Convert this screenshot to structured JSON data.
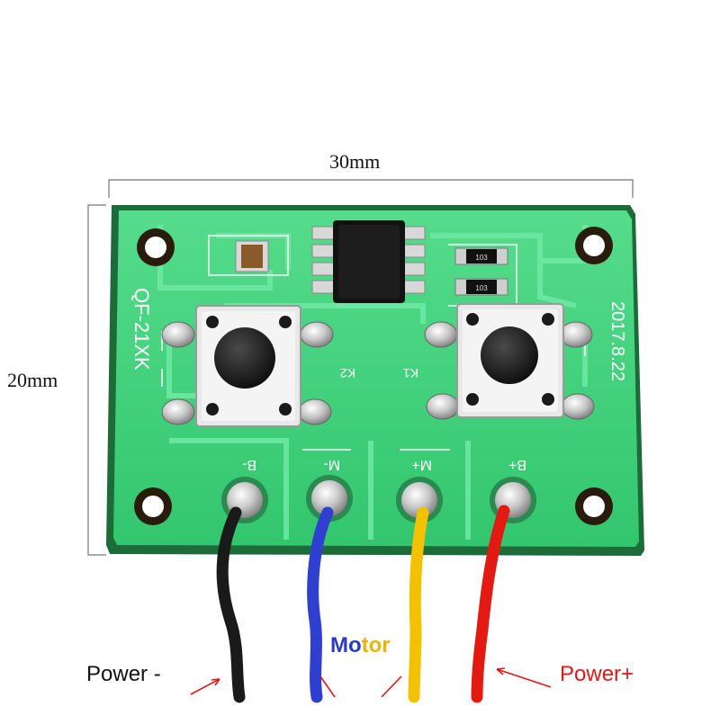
{
  "dimensions": {
    "width_label": "30mm",
    "height_label": "20mm"
  },
  "board": {
    "model_text": "QF-21XK",
    "date_text": "2017.8.22",
    "button_labels": [
      "K2",
      "K1"
    ],
    "resistor_codes": [
      "103",
      "103"
    ],
    "pad_labels": [
      "B-",
      "M-",
      "M+",
      "B+"
    ]
  },
  "callouts": {
    "power_minus": "Power -",
    "motor": "Motor",
    "power_plus": "Power+"
  },
  "colors": {
    "background": "#ffffff",
    "pcb_green": "#3fd07a",
    "pcb_edge": "#1e6b3a",
    "callout_black": "#111111",
    "callout_red": "#e01818",
    "motor_blue": "#2b3cc4",
    "motor_yellow": "#e7b400",
    "wire_black": "#1a1a1a",
    "wire_blue": "#2f3fd0",
    "wire_yellow": "#f2c200",
    "wire_red": "#e31a12"
  }
}
